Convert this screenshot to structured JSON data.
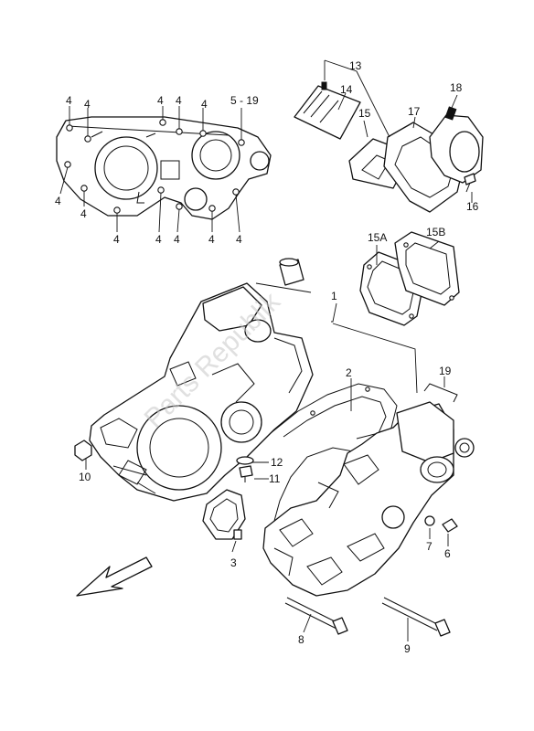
{
  "callouts": {
    "c1": "1",
    "c2": "2",
    "c3": "3",
    "c4a": "4",
    "c4b": "4",
    "c4c": "4",
    "c4d": "4",
    "c4e": "4",
    "c4f": "4",
    "c4g": "4",
    "c4h": "4",
    "c4i": "4",
    "c4j": "4",
    "c4k": "4",
    "c4l": "4",
    "c5_19": "5 - 19",
    "c6": "6",
    "c7": "7",
    "c8": "8",
    "c9": "9",
    "c10": "10",
    "c11": "11",
    "c12": "12",
    "c13": "13",
    "c14": "14",
    "c15": "15",
    "c15a": "15A",
    "c15b": "15B",
    "c16": "16",
    "c17": "17",
    "c18": "18",
    "c19": "19"
  },
  "watermark": "Parts Republik",
  "arrow_icon": "direction-arrow-icon"
}
